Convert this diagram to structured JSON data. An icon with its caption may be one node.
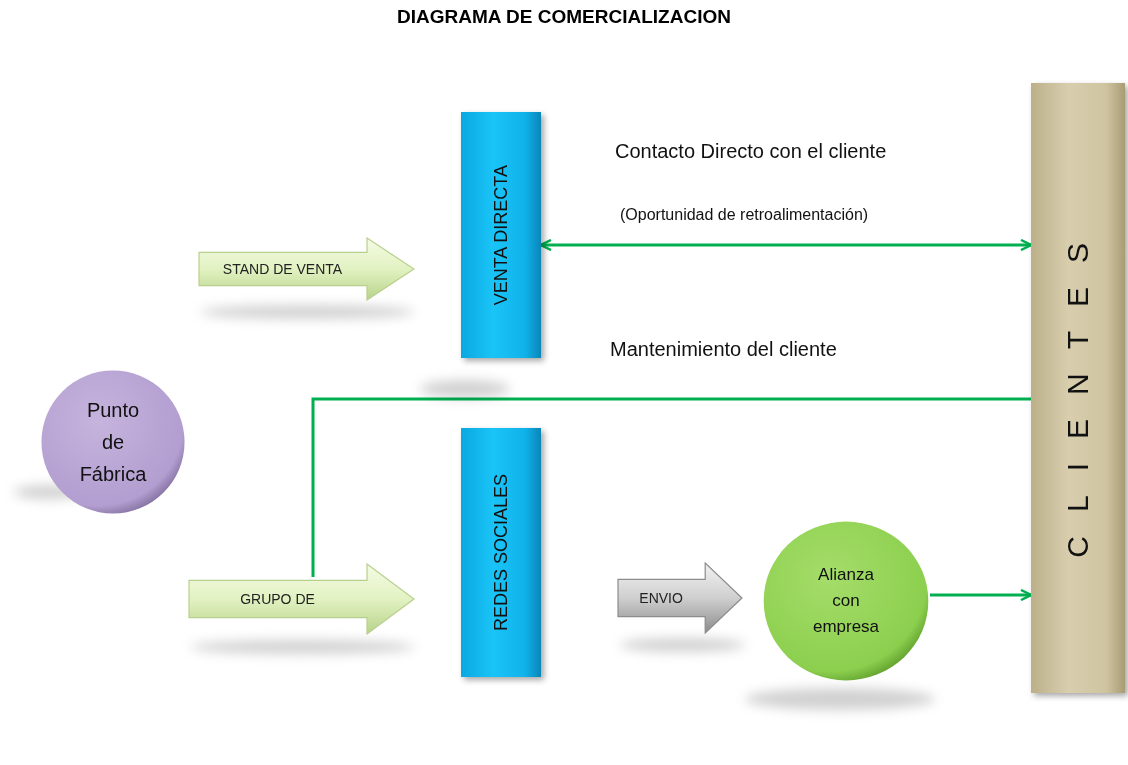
{
  "diagram": {
    "title": "DIAGRAMA DE COMERCIALIZACION",
    "nodes": [
      {
        "text": [
          "Punto de Fábrica"
        ]
      },
      {
        "text": [
          "STAND DE VENTA"
        ]
      },
      {
        "text": [
          "VENTA DIRECTA"
        ]
      },
      {
        "text": [
          "GRUPO DE"
        ]
      },
      {
        "text": [
          "REDES SOCIALES"
        ]
      },
      {
        "text": [
          "ENVIO"
        ]
      },
      {
        "text": [
          "Alianza con empresa"
        ]
      },
      {
        "text": [
          "CLIENTES"
        ]
      }
    ],
    "edges": [
      {
        "from": 2,
        "to": 7,
        "arrow": "both"
      },
      {
        "from": 7,
        "to": 3,
        "arrow": "none"
      },
      {
        "from": 6,
        "to": 7,
        "arrow": "to"
      }
    ],
    "labels": [
      "Contacto Directo con el cliente",
      "(Oportunidad de retroalimentación)",
      "Mantenimiento del cliente"
    ]
  }
}
